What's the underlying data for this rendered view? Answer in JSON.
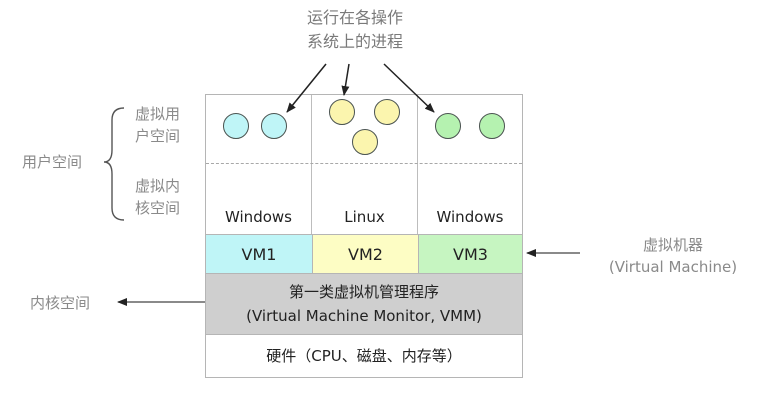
{
  "top_annotation": {
    "line1": "运行在各操作",
    "line2": "系统上的进程"
  },
  "left_labels": {
    "user_space": "用户空间",
    "virtual_user_space": {
      "line1": "虚拟用",
      "line2": "户空间"
    },
    "virtual_kernel_space": {
      "line1": "虚拟内",
      "line2": "核空间"
    },
    "kernel_space": "内核空间"
  },
  "right_labels": {
    "line1": "虚拟机器",
    "line2": "(Virtual Machine)"
  },
  "vms": [
    {
      "os": "Windows",
      "name": "VM1",
      "color": "#bff5f7",
      "process_color": "#bff5f7",
      "process_count": 2
    },
    {
      "os": "Linux",
      "name": "VM2",
      "color": "#fdfdc4",
      "process_color": "#fbf5ae",
      "process_count": 3
    },
    {
      "os": "Windows",
      "name": "VM3",
      "color": "#c6f5c1",
      "process_color": "#b5f2b0",
      "process_count": 2
    }
  ],
  "hypervisor": {
    "line1": "第一类虚拟机管理程序",
    "line2": "(Virtual Machine Monitor, VMM)",
    "color": "#cfcfcf"
  },
  "hardware": "硬件（CPU、磁盘、内存等）"
}
